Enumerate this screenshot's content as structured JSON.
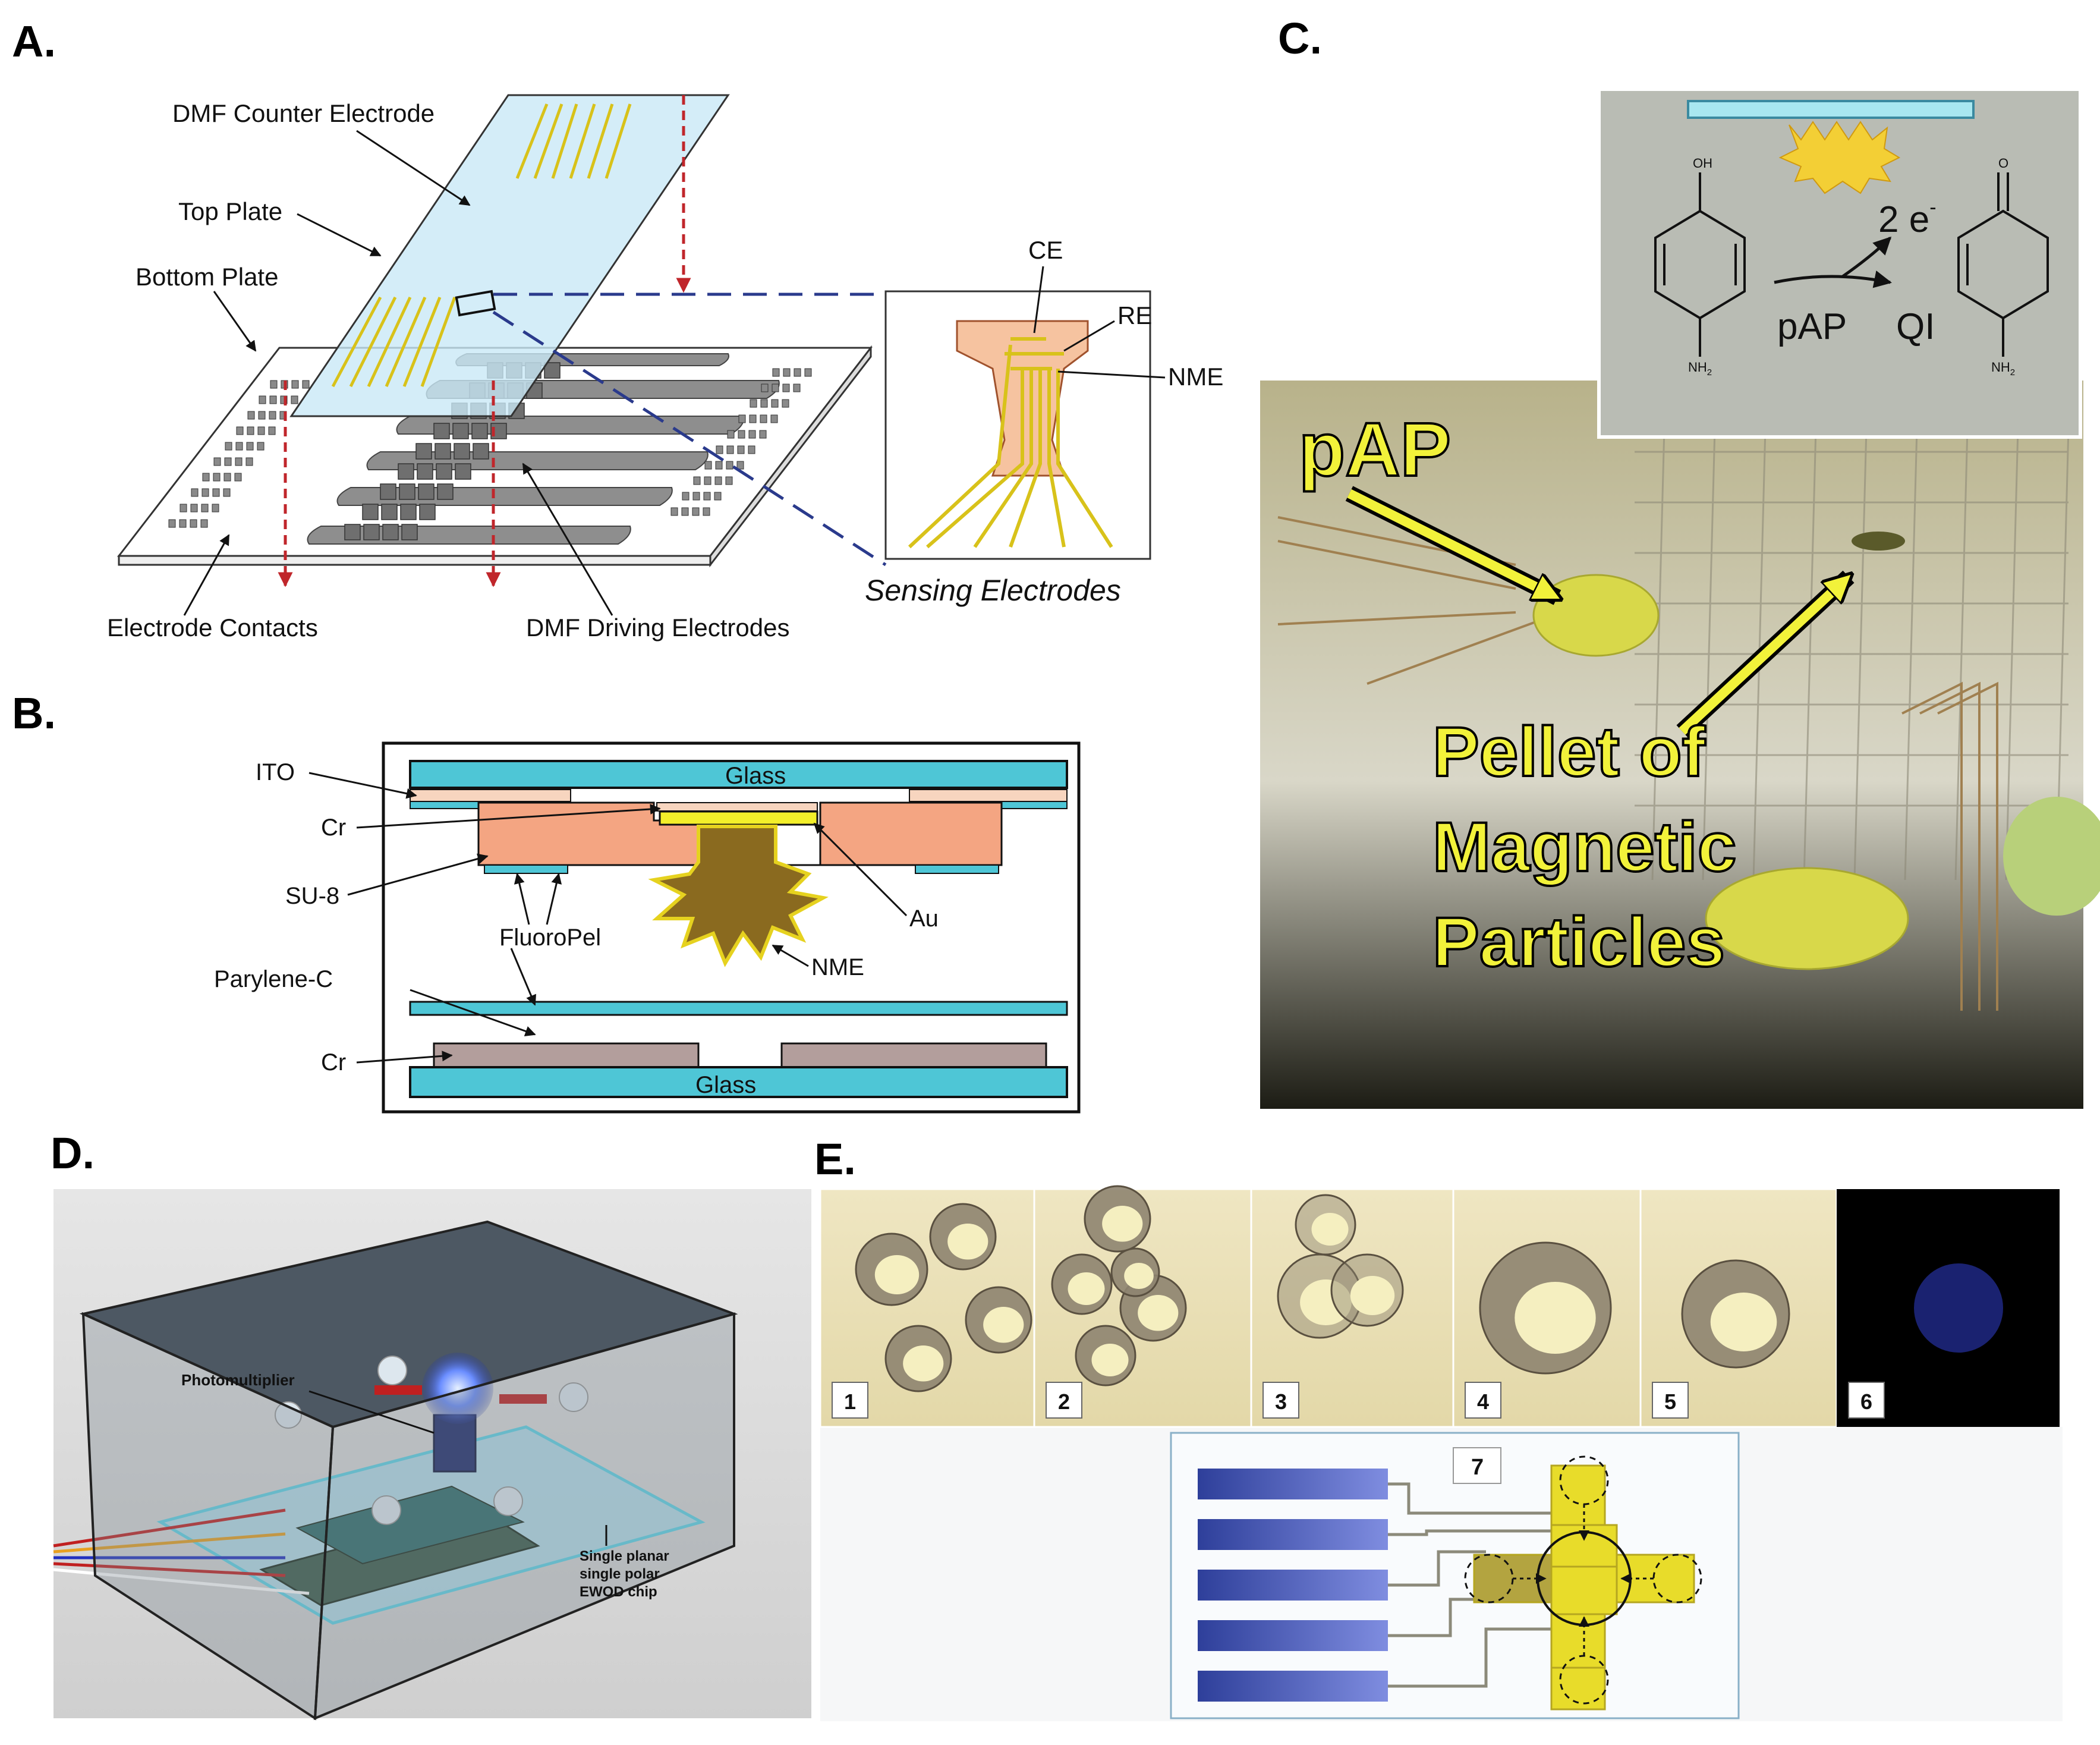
{
  "panels": {
    "A": {
      "label": "A.",
      "callouts": [
        "DMF Counter Electrode",
        "Top Plate",
        "Bottom Plate",
        "Electrode Contacts",
        "DMF Driving Electrodes"
      ],
      "inset": {
        "labels": [
          "CE",
          "RE",
          "NME"
        ],
        "caption": "Sensing Electrodes"
      }
    },
    "B": {
      "label": "B.",
      "layers": {
        "glass": "Glass",
        "ito": "ITO",
        "cr": "Cr",
        "su8": "SU-8",
        "fluoropel": "FluoroPel",
        "au": "Au",
        "nme": "NME",
        "parylene": "Parylene-C"
      }
    },
    "C": {
      "label": "C.",
      "reaction": {
        "reactant": "pAP",
        "product": "QI",
        "electrons": "2 e",
        "electron_charge": "-",
        "oh": "OH",
        "o": "O",
        "nh2": "NH",
        "nh2_sub": "2"
      },
      "photo": {
        "pap_label": "pAP",
        "pellet_lines": [
          "Pellet of",
          "Magnetic",
          "Particles"
        ]
      }
    },
    "D": {
      "label": "D.",
      "labels": {
        "photomultiplier": "Photomultiplier",
        "chip_lines": [
          "Single planar",
          "single polar",
          "EWOD chip"
        ]
      }
    },
    "E": {
      "label": "E.",
      "frames": [
        "1",
        "2",
        "3",
        "4",
        "5",
        "6"
      ],
      "diagram_label": "7"
    }
  },
  "colors": {
    "glass": "#4ec6d6",
    "su8": "#f4a582",
    "gold": "#e8dc2a",
    "electrode_gray": "#8c8c8c",
    "ewod_blue": "#2e3f9a",
    "callout_yellow": "#f0f23a"
  }
}
